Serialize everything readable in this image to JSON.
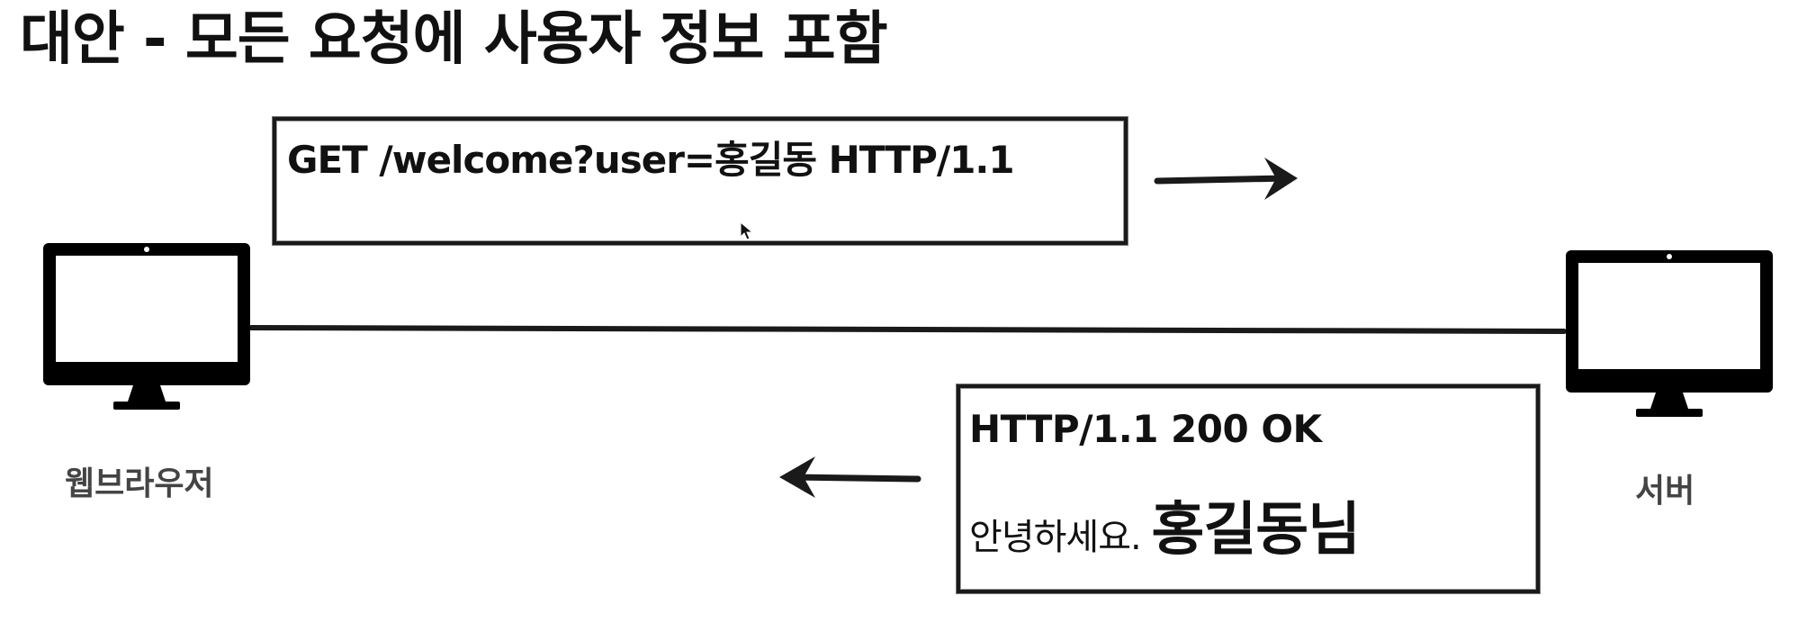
{
  "title": "대안 - 모든 요청에 사용자 정보 포함",
  "request": {
    "text": "GET /welcome?user=홍길동 HTTP/1.1"
  },
  "response": {
    "status_line": "HTTP/1.1 200 OK",
    "greeting": "안녕하세요. ",
    "name": "홍길동님"
  },
  "client": {
    "label": "웹브라우저",
    "icon": "monitor-icon"
  },
  "server": {
    "label": "서버",
    "icon": "monitor-icon"
  },
  "arrows": {
    "request_direction": "right",
    "response_direction": "left"
  }
}
